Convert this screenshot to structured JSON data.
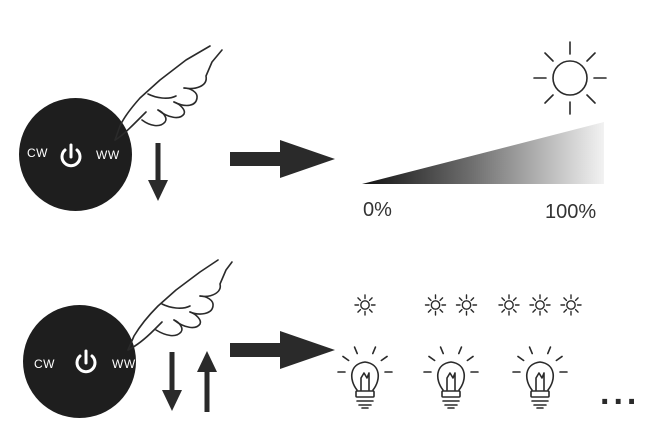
{
  "panel_top": {
    "knob_left_label": "CW",
    "knob_right_label": "WW",
    "action": "press",
    "result": "brightness ramp",
    "scale_min_label": "0%",
    "scale_max_label": "100%",
    "icons": [
      "finger-press-icon",
      "down-arrow-icon",
      "right-arrow-icon",
      "sun-icon",
      "power-icon"
    ]
  },
  "panel_bottom": {
    "knob_left_label": "CW",
    "knob_right_label": "WW",
    "action": "press repeatedly",
    "bulb_levels": [
      1,
      2,
      3
    ],
    "ellipsis": "...",
    "icons": [
      "finger-press-icon",
      "down-arrow-icon",
      "up-arrow-icon",
      "right-arrow-icon",
      "bulb-icon",
      "small-sun-icon",
      "power-icon"
    ]
  },
  "colors": {
    "knob": "#1e1e1e",
    "ink": "#2a2a2a",
    "knob_text": "#ffffff"
  }
}
